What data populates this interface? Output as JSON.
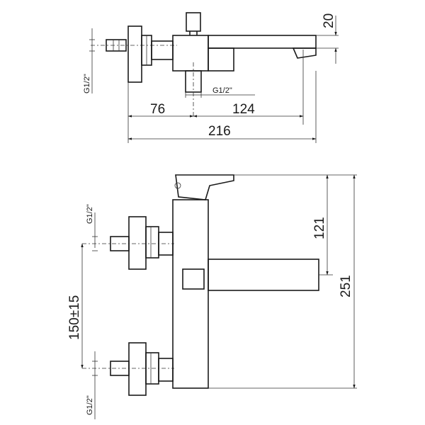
{
  "top_view": {
    "dim_height": "20",
    "dim_left": "76",
    "dim_right": "124",
    "dim_total": "216",
    "thread_left": "G1/2\"",
    "thread_bottom": "G1/2\""
  },
  "front_view": {
    "thread_upper": "G1/2\"",
    "thread_lower": "G1/2\"",
    "dim_spout_offset": "121",
    "dim_total_height": "251",
    "dim_centres": "150±15"
  }
}
